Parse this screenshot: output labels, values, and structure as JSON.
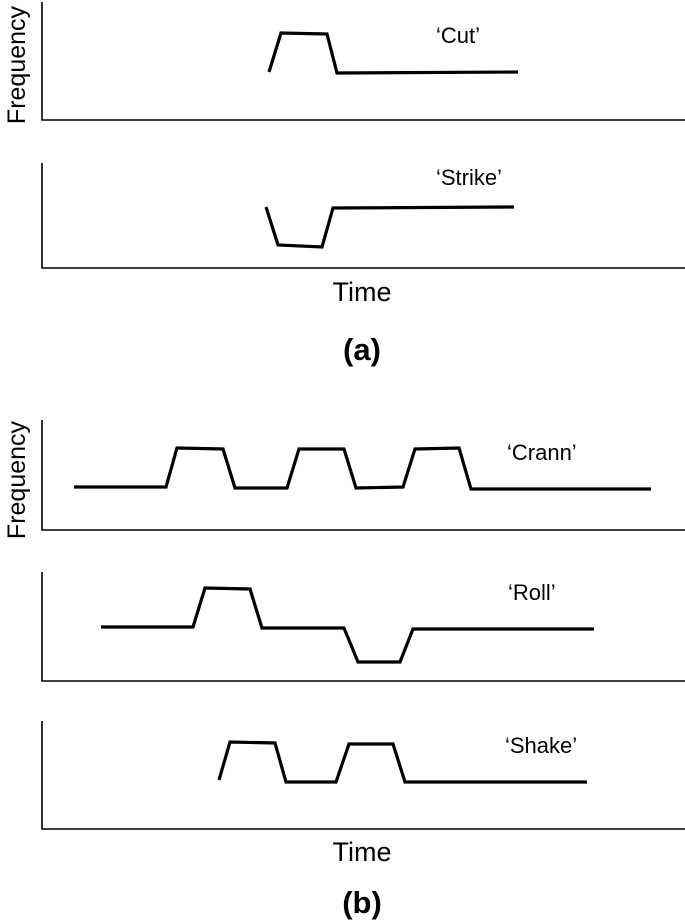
{
  "panel_a": {
    "label": "(a)",
    "y_label": "Frequency",
    "x_label": "Time",
    "plots": [
      {
        "name": "‘Cut’",
        "pattern": [
          "low",
          "high",
          "low"
        ]
      },
      {
        "name": "‘Strike’",
        "pattern": [
          "high",
          "low",
          "high"
        ]
      }
    ]
  },
  "panel_b": {
    "label": "(b)",
    "y_label": "Frequency",
    "x_label": "Time",
    "plots": [
      {
        "name": "‘Crann’",
        "pattern": [
          "mid",
          "high",
          "mid",
          "high",
          "mid",
          "high",
          "mid"
        ]
      },
      {
        "name": "‘Roll’",
        "pattern": [
          "mid",
          "high",
          "mid",
          "low",
          "mid"
        ]
      },
      {
        "name": "‘Shake’",
        "pattern": [
          "low",
          "high",
          "low",
          "high",
          "low"
        ]
      }
    ]
  }
}
